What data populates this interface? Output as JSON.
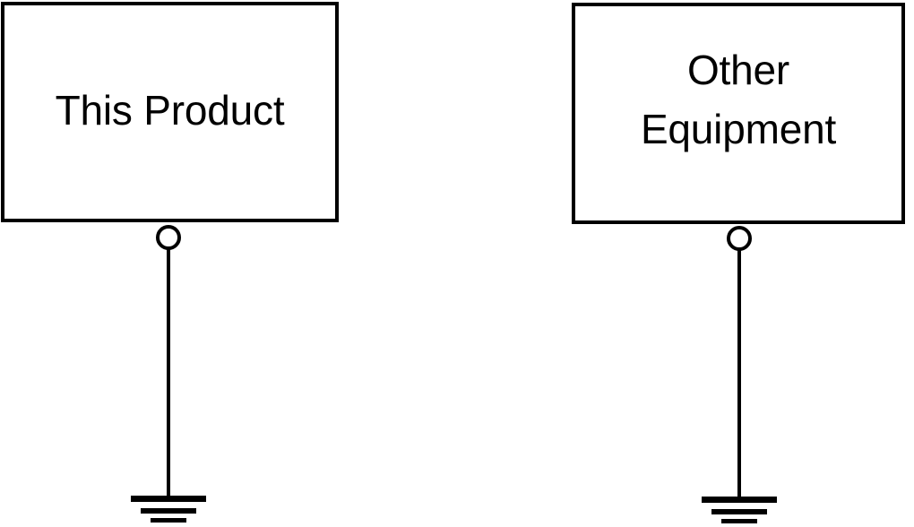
{
  "diagram": {
    "type": "grounding-connection-diagram",
    "background_color": "#ffffff",
    "stroke_color": "#000000",
    "boxes": [
      {
        "id": "this-product",
        "label": "This Product",
        "lines": [
          "This Product"
        ]
      },
      {
        "id": "other-equipment",
        "label": "Other\nEquipment",
        "lines": [
          "Other",
          "Equipment"
        ]
      }
    ],
    "connections": [
      {
        "id": "ground-left",
        "terminal": "circle-terminal",
        "conductor": "vertical-wire",
        "symbol": "earth-ground",
        "bars": 3
      },
      {
        "id": "ground-right",
        "terminal": "circle-terminal",
        "conductor": "vertical-wire",
        "symbol": "earth-ground",
        "bars": 3
      }
    ]
  }
}
